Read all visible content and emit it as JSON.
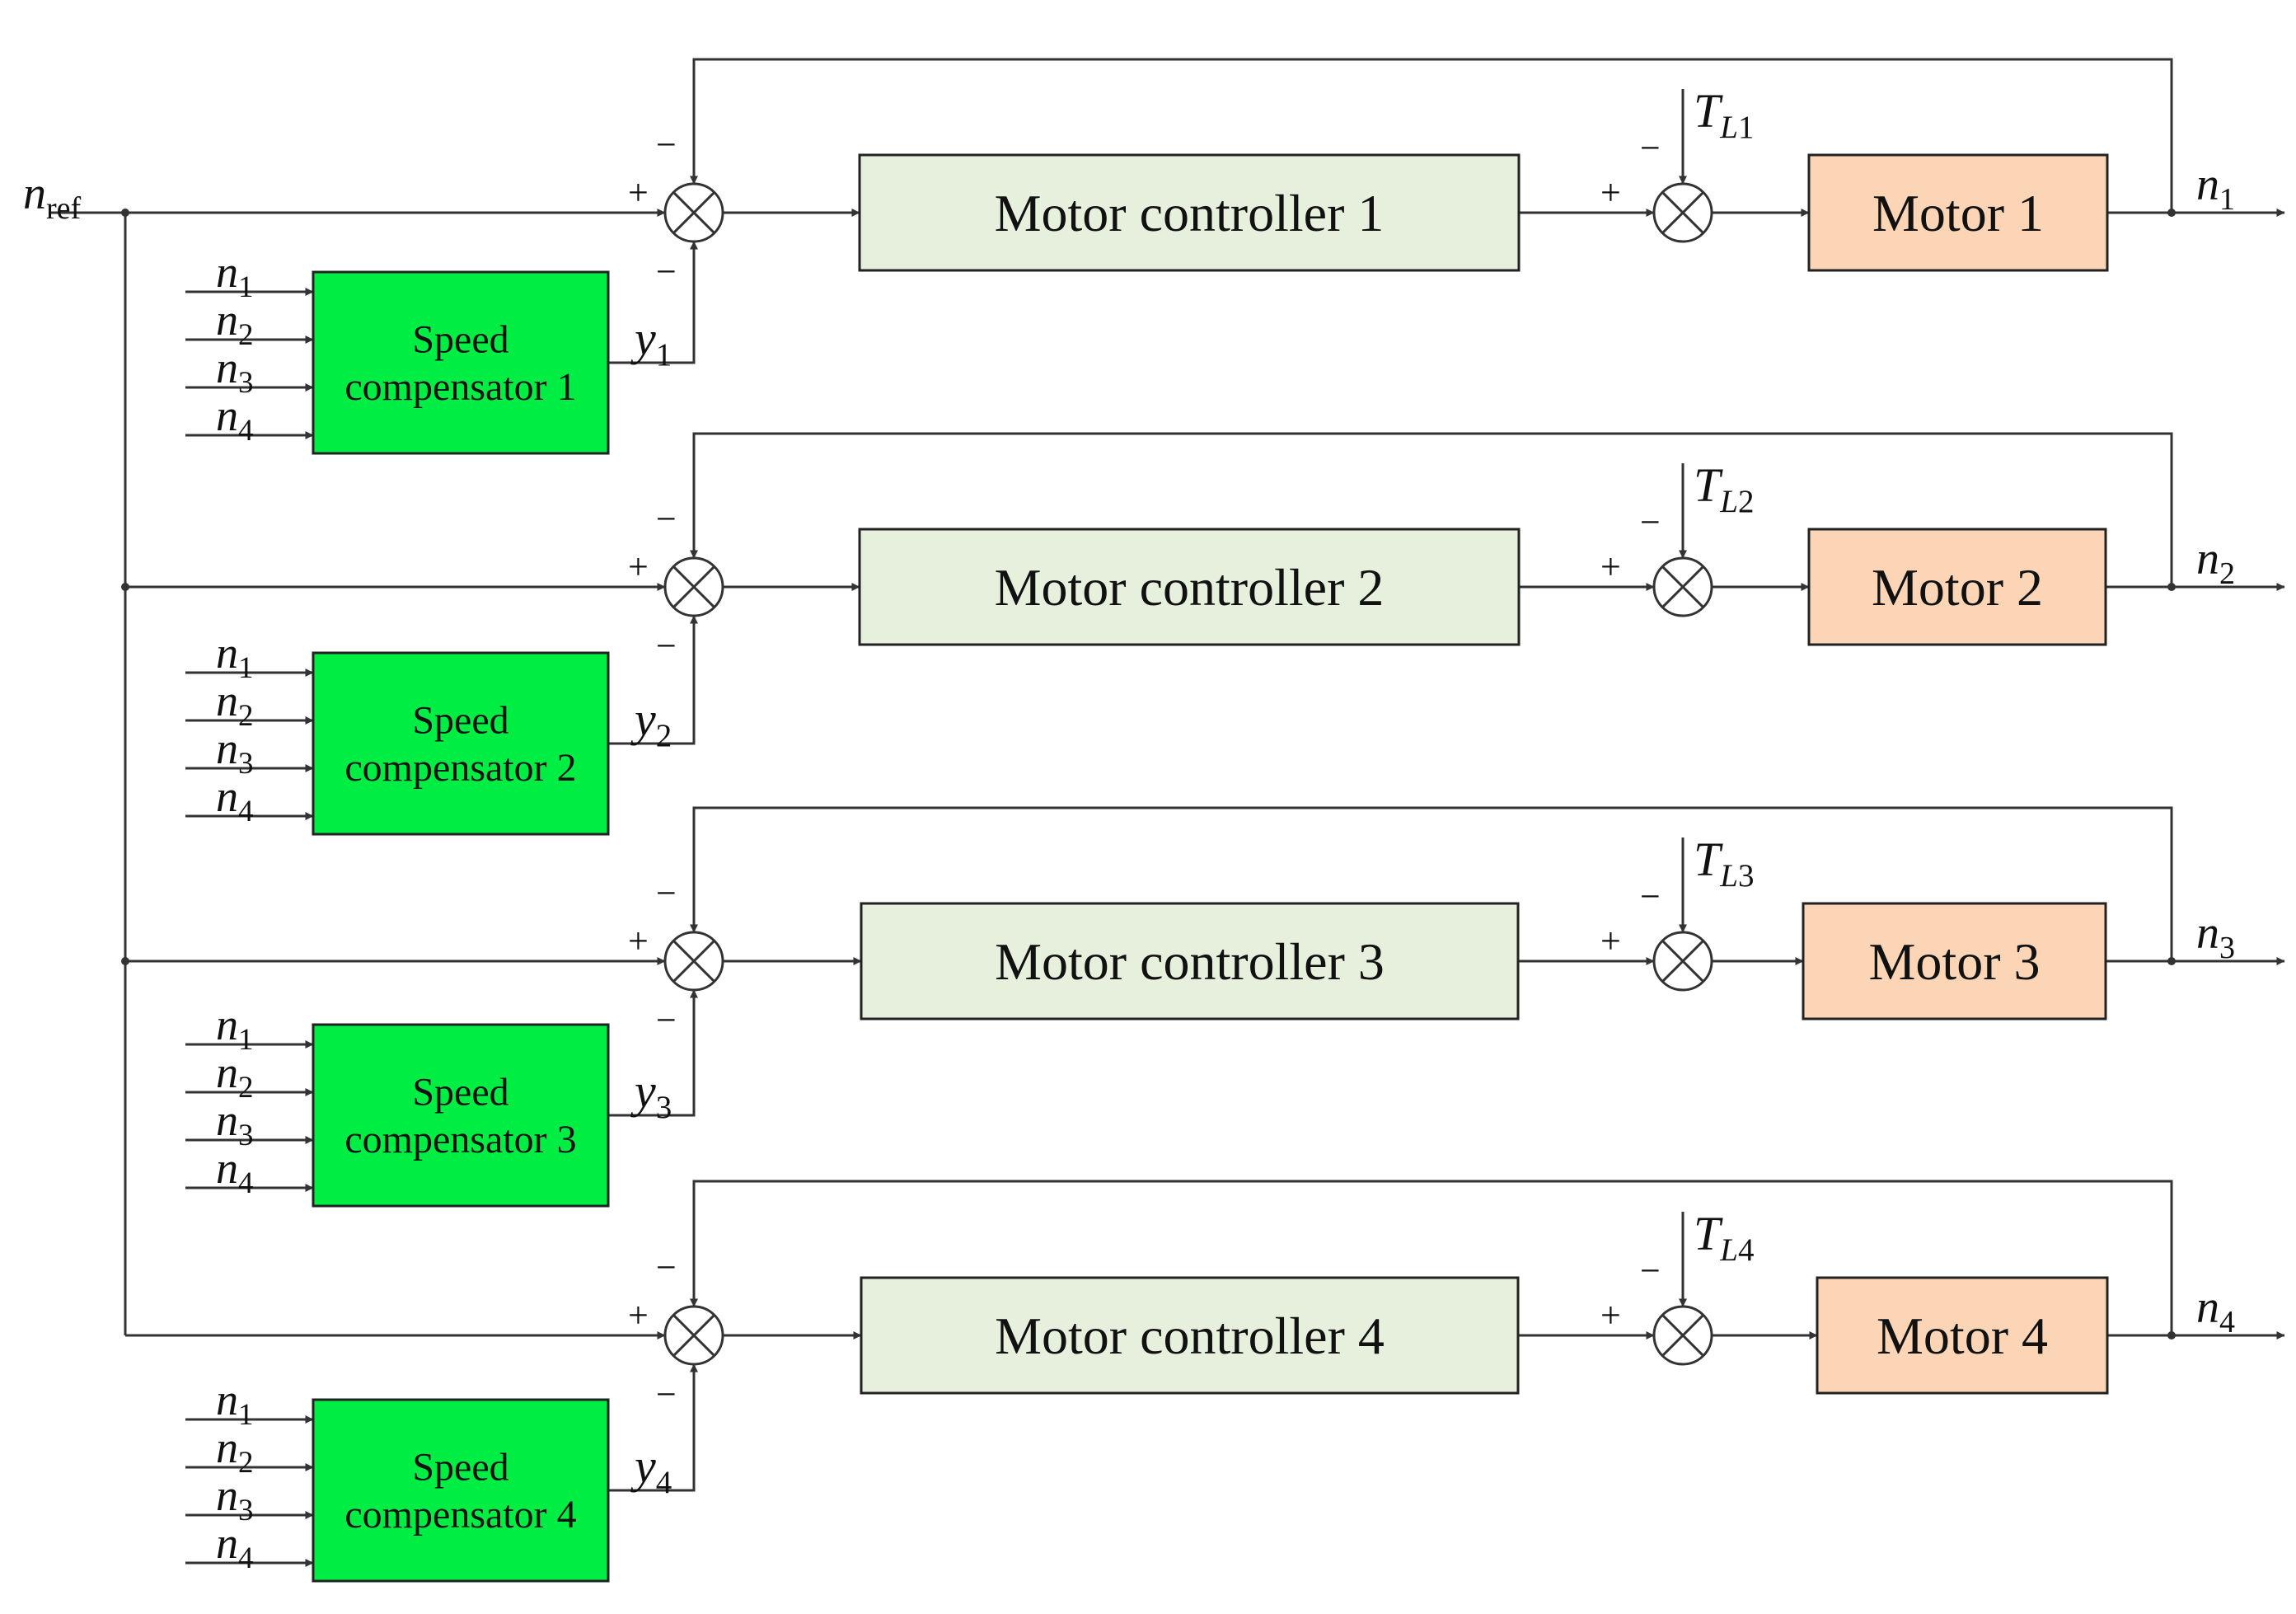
{
  "diagram": {
    "reference": {
      "symbol": "n",
      "sub": "ref"
    },
    "comp_inputs": [
      {
        "symbol": "n",
        "sub": "1"
      },
      {
        "symbol": "n",
        "sub": "2"
      },
      {
        "symbol": "n",
        "sub": "3"
      },
      {
        "symbol": "n",
        "sub": "4"
      }
    ],
    "channels": [
      {
        "controller": "Motor controller 1",
        "motor": "Motor 1",
        "compensator": [
          "Speed",
          "compensator 1"
        ],
        "comp_output": {
          "symbol": "y",
          "sub": "1"
        },
        "load": {
          "symbol": "T",
          "sub1": "L",
          "sub2": "1"
        },
        "output": {
          "symbol": "n",
          "sub": "1"
        }
      },
      {
        "controller": "Motor controller 2",
        "motor": "Motor 2",
        "compensator": [
          "Speed",
          "compensator 2"
        ],
        "comp_output": {
          "symbol": "y",
          "sub": "2"
        },
        "load": {
          "symbol": "T",
          "sub1": "L",
          "sub2": "2"
        },
        "output": {
          "symbol": "n",
          "sub": "2"
        }
      },
      {
        "controller": "Motor controller 3",
        "motor": "Motor 3",
        "compensator": [
          "Speed",
          "compensator 3"
        ],
        "comp_output": {
          "symbol": "y",
          "sub": "3"
        },
        "load": {
          "symbol": "T",
          "sub1": "L",
          "sub2": "3"
        },
        "output": {
          "symbol": "n",
          "sub": "3"
        }
      },
      {
        "controller": "Motor controller 4",
        "motor": "Motor 4",
        "compensator": [
          "Speed",
          "compensator 4"
        ],
        "comp_output": {
          "symbol": "y",
          "sub": "4"
        },
        "load": {
          "symbol": "T",
          "sub1": "L",
          "sub2": "4"
        },
        "output": {
          "symbol": "n",
          "sub": "4"
        }
      }
    ],
    "signs": {
      "plus": "+",
      "minus": "−"
    },
    "colors": {
      "controller_fill": "#e6f0dc",
      "motor_fill": "#fbd5b5",
      "compensator_fill": "#00ee44",
      "line": "#333333"
    }
  }
}
